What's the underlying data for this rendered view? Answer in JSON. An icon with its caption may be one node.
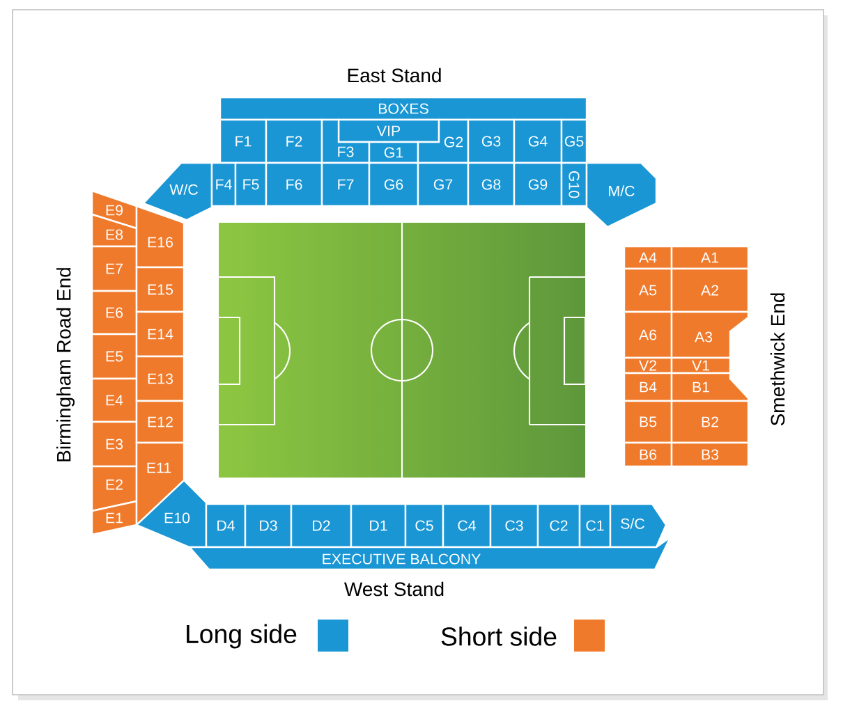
{
  "diagram": {
    "nodes": [
      {
        "text": [
          "BOXES"
        ]
      },
      {
        "text": [
          "F1"
        ]
      },
      {
        "text": [
          "F2"
        ]
      },
      {
        "text": [
          "VIP"
        ]
      },
      {
        "text": [
          "F3"
        ]
      },
      {
        "text": [
          "G1"
        ]
      },
      {
        "text": [
          "G2"
        ]
      },
      {
        "text": [
          "G3"
        ]
      },
      {
        "text": [
          "G4"
        ]
      },
      {
        "text": [
          "G5"
        ]
      },
      {
        "text": [
          "W/C"
        ]
      },
      {
        "text": [
          "F4"
        ]
      },
      {
        "text": [
          "F5"
        ]
      },
      {
        "text": [
          "F6"
        ]
      },
      {
        "text": [
          "F7"
        ]
      },
      {
        "text": [
          "G6"
        ]
      },
      {
        "text": [
          "G7"
        ]
      },
      {
        "text": [
          "G8"
        ]
      },
      {
        "text": [
          "G9"
        ]
      },
      {
        "text": [
          "G10"
        ]
      },
      {
        "text": [
          "M/C"
        ]
      },
      {
        "text": [
          "E9"
        ]
      },
      {
        "text": [
          "E8"
        ]
      },
      {
        "text": [
          "E7"
        ]
      },
      {
        "text": [
          "E6"
        ]
      },
      {
        "text": [
          "E5"
        ]
      },
      {
        "text": [
          "E4"
        ]
      },
      {
        "text": [
          "E3"
        ]
      },
      {
        "text": [
          "E2"
        ]
      },
      {
        "text": [
          "E1"
        ]
      },
      {
        "text": [
          "E16"
        ]
      },
      {
        "text": [
          "E15"
        ]
      },
      {
        "text": [
          "E14"
        ]
      },
      {
        "text": [
          "E13"
        ]
      },
      {
        "text": [
          "E12"
        ]
      },
      {
        "text": [
          "E11"
        ]
      },
      {
        "text": [
          "E10"
        ]
      },
      {
        "text": [
          "A4"
        ]
      },
      {
        "text": [
          "A1"
        ]
      },
      {
        "text": [
          "A5"
        ]
      },
      {
        "text": [
          "A2"
        ]
      },
      {
        "text": [
          "A6"
        ]
      },
      {
        "text": [
          "A3"
        ]
      },
      {
        "text": [
          "V2"
        ]
      },
      {
        "text": [
          "V1"
        ]
      },
      {
        "text": [
          "B4"
        ]
      },
      {
        "text": [
          "B1"
        ]
      },
      {
        "text": [
          "B5"
        ]
      },
      {
        "text": [
          "B2"
        ]
      },
      {
        "text": [
          "B6"
        ]
      },
      {
        "text": [
          "B3"
        ]
      },
      {
        "text": [
          "D4"
        ]
      },
      {
        "text": [
          "D3"
        ]
      },
      {
        "text": [
          "D2"
        ]
      },
      {
        "text": [
          "D1"
        ]
      },
      {
        "text": [
          "C5"
        ]
      },
      {
        "text": [
          "C4"
        ]
      },
      {
        "text": [
          "C3"
        ]
      },
      {
        "text": [
          "C2"
        ]
      },
      {
        "text": [
          "C1"
        ]
      },
      {
        "text": [
          "S/C"
        ]
      },
      {
        "text": [
          "EXECUTIVE BALCONY"
        ]
      }
    ],
    "labels": [
      "East Stand",
      "Birmingham Road End",
      "Smethwick End",
      "West Stand"
    ],
    "legend": [
      {
        "text": "Long side",
        "color": "#1a96d4"
      },
      {
        "text": "Short side",
        "color": "#f07a2b"
      }
    ]
  }
}
